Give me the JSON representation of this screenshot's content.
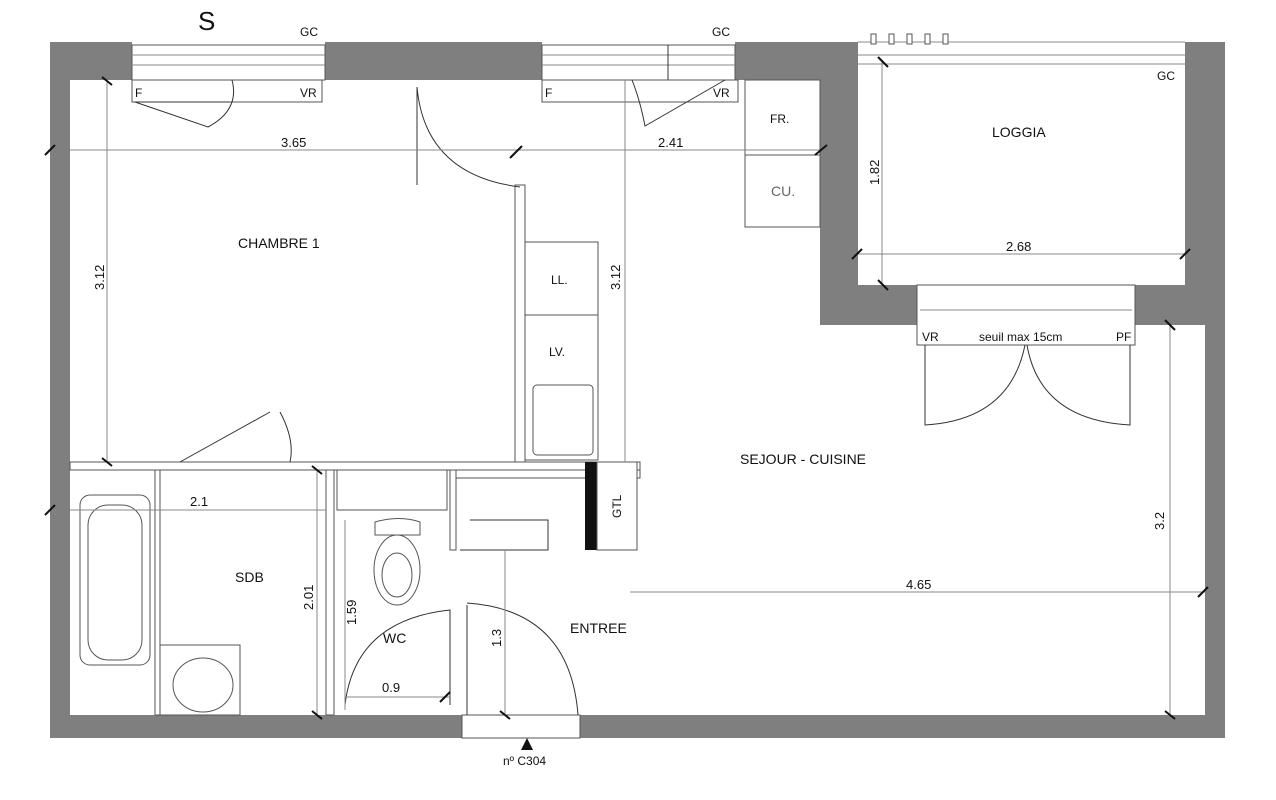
{
  "plan": {
    "orientation_mark": "S",
    "rooms": {
      "chambre": "CHAMBRE 1",
      "sejour": "SEJOUR - CUISINE",
      "loggia": "LOGGIA",
      "sdb": "SDB",
      "wc": "WC",
      "entree": "ENTREE"
    },
    "fixtures": {
      "fridge": "FR.",
      "cooker": "CU.",
      "washing_machine": "LL.",
      "sink": "LV.",
      "gtl": "GTL"
    },
    "window_labels": {
      "gc_top_left": "GC",
      "gc_top_mid": "GC",
      "gc_loggia": "GC",
      "f1": "F",
      "vr1": "VR",
      "f2": "F",
      "vr2": "VR",
      "vr3": "VR",
      "pf": "PF",
      "threshold": "seuil max 15cm"
    },
    "dimensions": {
      "chambre_width": "3.65",
      "chambre_height": "3.12",
      "kitchen_width": "2.41",
      "kitchen_height": "3.12",
      "loggia_depth": "1.82",
      "loggia_width": "2.68",
      "sdb_width": "2.1",
      "sdb_height": "2.01",
      "wc_height": "1.59",
      "wc_width": "0.9",
      "entree_height": "1.3",
      "sejour_width": "4.65",
      "sejour_height": "3.2"
    },
    "entrance_ref": "nº C304"
  }
}
